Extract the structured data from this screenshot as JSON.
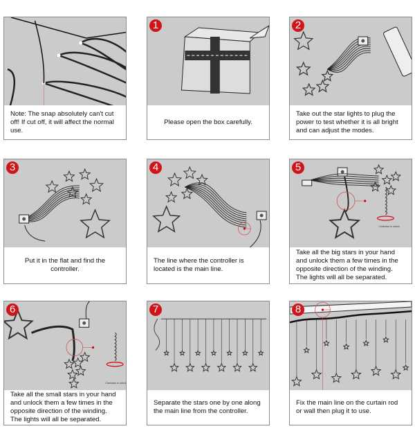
{
  "colors": {
    "badge": "#d0141a",
    "panel_bg": "#cbcbcb",
    "line": "#1a1a1a"
  },
  "panels": [
    {
      "badge": "",
      "caption": "Note: The snap absolutely can't cut off! If cut off, it will affect the normal use.",
      "art": "snap-wires"
    },
    {
      "badge": "1",
      "caption": "Please open the box carefully.",
      "art": "box"
    },
    {
      "badge": "2",
      "caption": "Take out the star lights to plug the power to test whether it is all bright and can adjust the modes.",
      "art": "test"
    },
    {
      "badge": "3",
      "caption": "Put it in the flat and find the controller.",
      "art": "flat"
    },
    {
      "badge": "4",
      "caption": "The line where the controller is located is the main line.",
      "art": "mainline"
    },
    {
      "badge": "5",
      "caption": "Take all the big stars in your hand and unlock them a few times in the opposite direction of the winding. The lights will all be separated.",
      "art": "bigstars",
      "note": "Clockwise to unlock"
    },
    {
      "badge": "6",
      "caption": "Take all the small stars in your hand and unlock them a few times in the opposite direction of the winding. The lights will all be separated.",
      "art": "smallstars",
      "note": "Clockwise to unlock"
    },
    {
      "badge": "7",
      "caption": "Separate the stars one by one along the main line from the controller.",
      "art": "separate"
    },
    {
      "badge": "8",
      "caption": "Fix the main line on the curtain rod or wall then plug it to use.",
      "art": "curtain"
    }
  ]
}
